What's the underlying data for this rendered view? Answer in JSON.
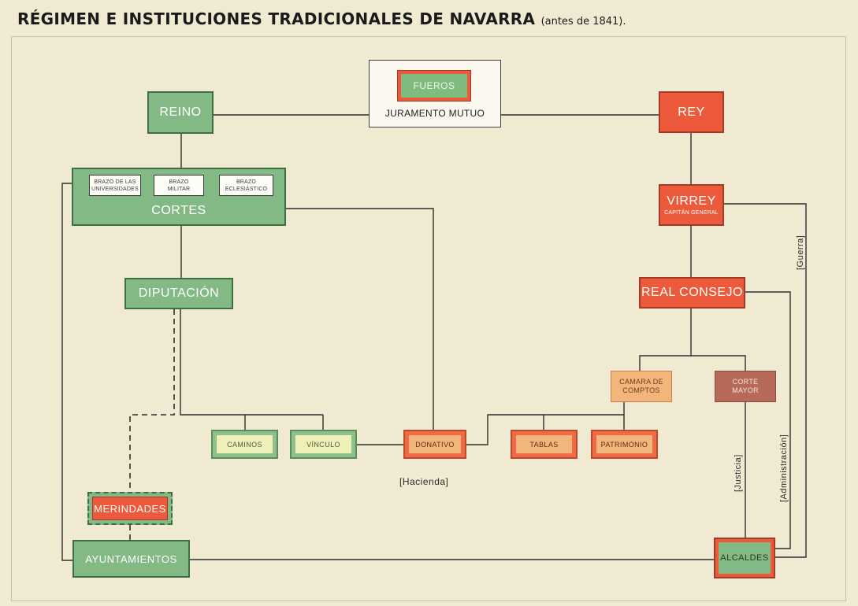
{
  "title": {
    "main": "RÉGIMEN E INSTITUCIONES TRADICIONALES DE NAVARRA",
    "sub": "(antes de 1841)."
  },
  "nodes": {
    "reino": "REINO",
    "fueros": "FUEROS",
    "juramento": "JURAMENTO MUTUO",
    "rey": "REY",
    "cortes": "CORTES",
    "brazo_univ": "BRAZO DE LAS UNIVERSIDADES",
    "brazo_militar": "BRAZO MILITAR",
    "brazo_ecles": "BRAZO ECLESIÁSTICO",
    "virrey": "VIRREY",
    "capitan": "CAPITÁN GENERAL",
    "diputacion": "DIPUTACIÓN",
    "real_consejo": "REAL CONSEJO",
    "camara": "CAMARA DE COMPTOS",
    "corte_mayor": "CORTE MAYOR",
    "caminos": "CAMINOS",
    "vinculo": "VÍNCULO",
    "donativo": "DONATIVO",
    "tablas": "TABLAS",
    "patrimonio": "PATRIMONIO",
    "merindades": "MERINDADES",
    "ayuntamientos": "AYUNTAMIENTOS",
    "alcaldes": "ALCALDES"
  },
  "labels": {
    "hacienda": "[Hacienda]",
    "guerra": "[Guerra]",
    "justicia": "[Justicia]",
    "administracion": "[Administración]"
  },
  "colors": {
    "green": "#82b985",
    "red": "#ec5a3b",
    "maroon": "#b76a5a",
    "light_orange": "#f3b67a",
    "pale_yellow": "#eef0b7",
    "line": "#2e2e2e"
  }
}
